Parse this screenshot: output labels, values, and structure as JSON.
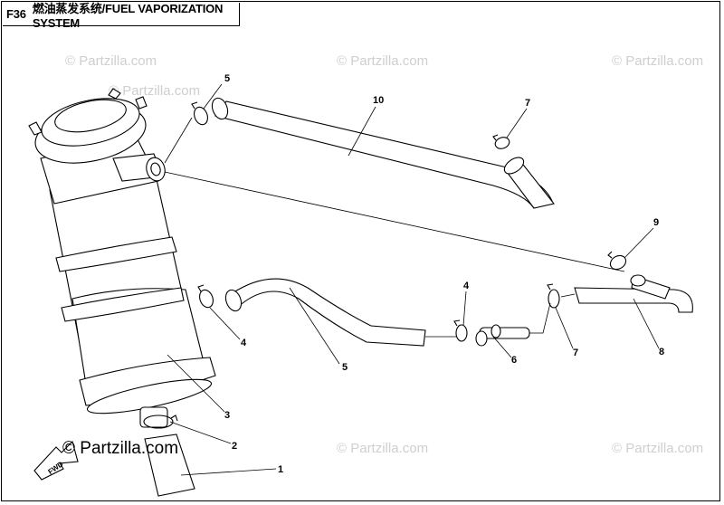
{
  "title": {
    "code": "F36",
    "text": "燃油蒸发系统/FUEL VAPORIZATION SYSTEM"
  },
  "watermark": "© Partzilla.com",
  "copyright": "© Partzilla.com",
  "fwd_label": "FWD",
  "callouts": {
    "c1": "1",
    "c2": "2",
    "c3": "3",
    "c4a": "4",
    "c4b": "4",
    "c5a": "5",
    "c5b": "5",
    "c6": "6",
    "c7a": "7",
    "c7b": "7",
    "c8": "8",
    "c9": "9",
    "c10": "10"
  }
}
